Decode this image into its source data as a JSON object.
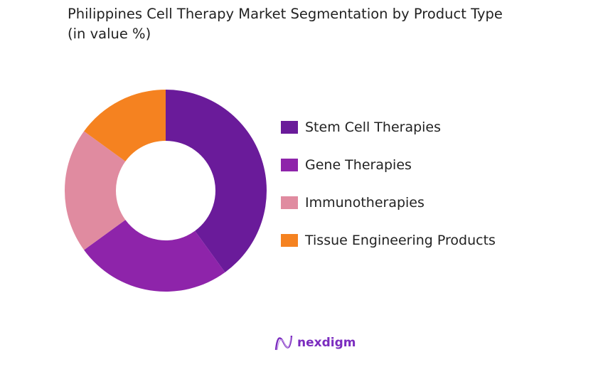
{
  "chart_data": {
    "type": "pie",
    "title": "Philippines Cell Therapy Market Segmentation by Product Type",
    "subtitle": "(in value %)",
    "categories": [
      "Stem Cell Therapies",
      "Gene Therapies",
      "Immunotherapies",
      "Tissue Engineering Products"
    ],
    "values": [
      40,
      25,
      20,
      15
    ],
    "colors": [
      "#6a1b9a",
      "#8e24aa",
      "#e08ba0",
      "#f58220"
    ],
    "donut": true,
    "legend": "right"
  },
  "brand": {
    "name": "nexdigm"
  }
}
